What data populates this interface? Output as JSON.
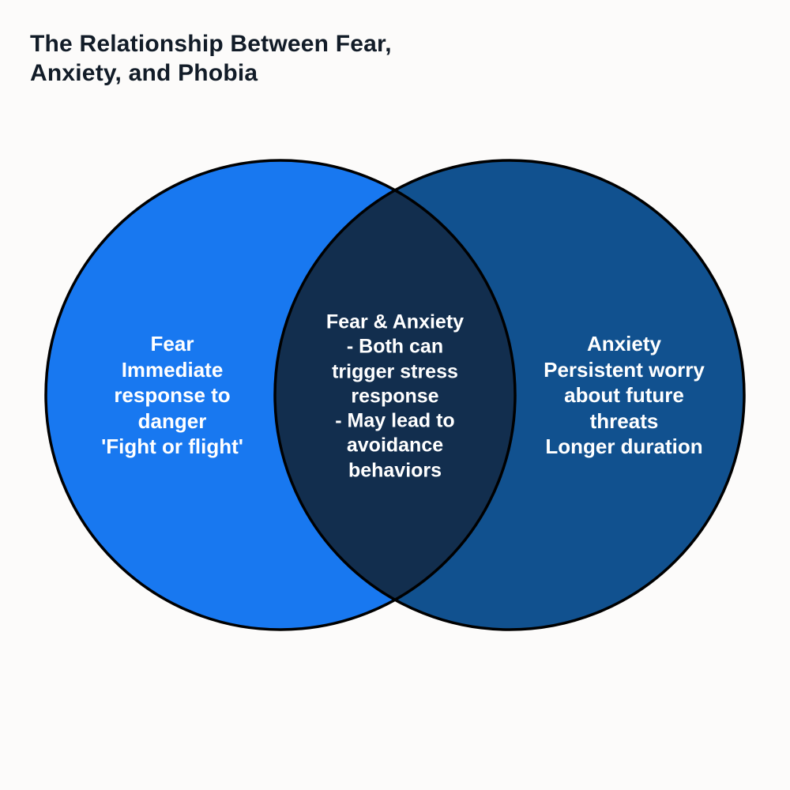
{
  "title": "The Relationship Between Fear, Anxiety, and Phobia",
  "colors": {
    "background": "#fcfbfa",
    "title_text": "#121c28",
    "left_circle": "#1878f0",
    "right_circle": "#11518f",
    "overlap": "#122e4e",
    "circle_outline": "#000000",
    "label_text": "#ffffff"
  },
  "venn": {
    "left": {
      "name": "Fear",
      "lines": {
        "0": "Fear",
        "1": "Immediate response to danger",
        "2": "'Fight or flight'"
      }
    },
    "overlap": {
      "name": "Fear & Anxiety",
      "lines": {
        "0": "Fear & Anxiety",
        "1": "- Both can trigger stress response",
        "2": "- May lead to avoidance behaviors"
      }
    },
    "right": {
      "name": "Anxiety",
      "lines": {
        "0": "Anxiety",
        "1": "Persistent worry about future threats",
        "2": "Longer duration"
      }
    }
  }
}
